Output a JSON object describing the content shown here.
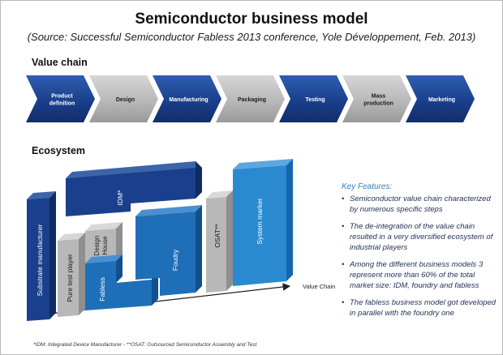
{
  "title": "Semiconductor business model",
  "subtitle": "(Source: Successful Semiconductor Fabless 2013 conference, Yole Développement, Feb. 2013)",
  "value_chain": {
    "heading": "Value chain",
    "steps": [
      {
        "label_lines": [
          "Product",
          "definition"
        ],
        "color": "#1a3f8c"
      },
      {
        "label_lines": [
          "Design"
        ],
        "color": "#b8b8b8"
      },
      {
        "label_lines": [
          "Manufacturing"
        ],
        "color": "#1a3f8c"
      },
      {
        "label_lines": [
          "Packaging"
        ],
        "color": "#b8b8b8"
      },
      {
        "label_lines": [
          "Testing"
        ],
        "color": "#1a3f8c"
      },
      {
        "label_lines": [
          "Mass",
          "production"
        ],
        "color": "#b8b8b8"
      },
      {
        "label_lines": [
          "Marketing"
        ],
        "color": "#1a3f8c"
      }
    ]
  },
  "ecosystem": {
    "heading": "Ecosystem",
    "blocks": {
      "substrate": "Substrate manufacturer",
      "pure_test": "Pure test player",
      "idm": "IDM*",
      "design_house": [
        "Design",
        "House"
      ],
      "fabless": "Fabless",
      "foundry": "Foudry",
      "osat": "OSAT**",
      "system_maker": "System marker"
    },
    "axis_label": "Value Chain"
  },
  "key_features": {
    "title": "Key Features:",
    "items": [
      "Semiconductor value chain characterized by numerous specific steps",
      "The de-integration of the value chain resulted in a very diversified ecosystem of industrial players",
      "Among the different business models 3 represent more than 60% of the total market size: IDM, foundry and fabless",
      "The fabless business model got developed in parallel with the foundry one"
    ]
  },
  "footnote": "*IDM: Integrated Device Manufacturer - **OSAT: Outsourced Semiconductor Assembly and Test",
  "colors": {
    "dark_blue": "#1a3f8c",
    "mid_blue": "#1f6fb8",
    "bright_blue": "#2a8ad0",
    "gray": "#b8b8b8",
    "feature_title": "#2f7fc1"
  }
}
